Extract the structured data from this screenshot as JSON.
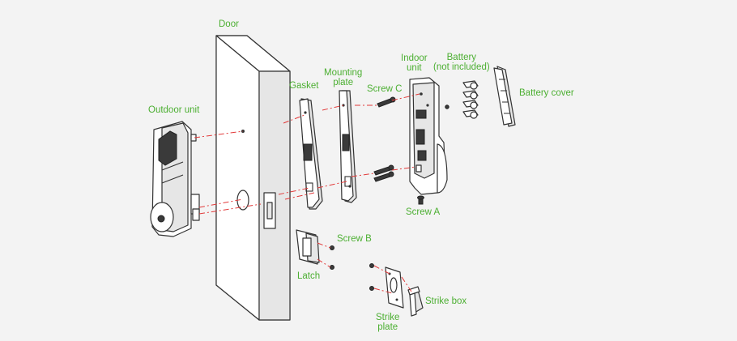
{
  "colors": {
    "label": "#4caf32",
    "leader_line": "#e23a3a",
    "outline": "#333333",
    "background": "#f3f3f3"
  },
  "labels": {
    "door": "Door",
    "outdoor_unit": "Outdoor unit",
    "gasket": "Gasket",
    "mounting_plate_1": "Mounting",
    "mounting_plate_2": "plate",
    "screw_c": "Screw C",
    "indoor_unit_1": "Indoor",
    "indoor_unit_2": "unit",
    "battery_1": "Battery",
    "battery_2": "(not included)",
    "battery_cover": "Battery cover",
    "screw_a": "Screw A",
    "screw_b": "Screw B",
    "latch": "Latch",
    "strike_plate_1": "Strike",
    "strike_plate_2": "plate",
    "strike_box": "Strike box"
  }
}
